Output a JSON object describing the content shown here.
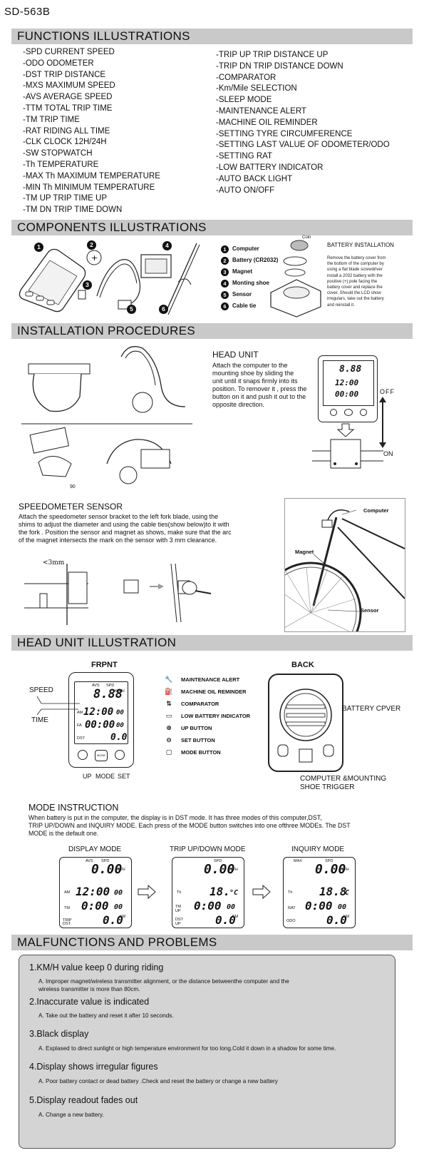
{
  "model": "SD-563B",
  "sections": {
    "functions": "FUNCTIONS ILLUSTRATIONS",
    "components": "COMPONENTS ILLUSTRATIONS",
    "installation": "INSTALLATION PROCEDURES",
    "head_unit": "HEAD UNIT ILLUSTRATION",
    "malfunctions": "MALFUNCTIONS AND PROBLEMS"
  },
  "functions_left": [
    "-SPD   CURRENT SPEED",
    "-ODO   ODOMETER",
    "-DST   TRIP DISTANCE",
    "-MXS   MAXIMUM SPEED",
    "-AVS   AVERAGE SPEED",
    "-TTM   TOTAL TRIP TIME",
    "-TM    TRIP TIME",
    "-RAT   RIDING ALL TIME",
    "-CLK   CLOCK 12H/24H",
    "-SW    STOPWATCH",
    "-Th   TEMPERATURE",
    "-MAX Th   MAXIMUM TEMPERATURE",
    "-MIN Th   MINIMUM TEMPERATURE",
    "-TM UP    TRIP TIME UP",
    "-TM DN    TRIP TIME DOWN"
  ],
  "functions_right": [
    "-TRIP UP TRIP DISTANCE UP",
    "-TRIP DN TRIP DISTANCE DOWN",
    "-COMPARATOR",
    "-Km/Mile SELECTION",
    "-SLEEP MODE",
    "-MAINTENANCE ALERT",
    "-MACHINE OIL REMINDER",
    "-SETTING TYRE CIRCUMFERENCE",
    "-SETTING LAST VALUE OF ODOMETER/ODO",
    "-SETTING   RAT",
    "-LOW BATTERY INDICATOR",
    "-AUTO BACK LIGHT",
    "-AUTO ON/OFF"
  ],
  "components": {
    "numbers": [
      "1",
      "2",
      "3",
      "4",
      "5",
      "6"
    ],
    "list": [
      {
        "n": "1",
        "label": "Computer"
      },
      {
        "n": "2",
        "label": "Battery (CR2032)"
      },
      {
        "n": "3",
        "label": "Magnet"
      },
      {
        "n": "4",
        "label": "Monting shoe"
      },
      {
        "n": "5",
        "label": "Sensor"
      },
      {
        "n": "6",
        "label": "Cable tie"
      }
    ],
    "coin": "Coin",
    "battery_title": "BATTERY INSTALLATION",
    "battery_text": [
      "Remove the battery cover from",
      "the bottom of the computer by",
      "using a flat blade screwdriver",
      "install a 2032 battery with the",
      "positive (+)  pole facing the",
      "battery cover and replace the",
      "cover. Should  the LCD show",
      "irregulars, take out the battery",
      "and reinstall it."
    ]
  },
  "installation": {
    "head_title": "HEAD UNIT",
    "head_text": [
      "Attach the computer to the",
      "mounting shoe by sliding the",
      "unit until it snaps firmly into its",
      "position. To remover it , press the",
      " button on it and push it out to the",
      "opposite direction."
    ],
    "off": "OFF",
    "on": "ON",
    "deg": "90",
    "sensor_title": "SPEEDOMETER SENSOR",
    "sensor_text": [
      "Attach the speedometer sensor bracket to the left fork blade, using the",
      "shims to adjust the diameter and using the cable ties(show below)to it with",
      "the fork . Position the sensor and magnet as shows, make sure that the arc",
      "of the magnet intersects the mark on the sensor with 3 mm clearance."
    ],
    "clearance": "<3mm",
    "bike_computer": "Computer",
    "bike_magnet": "Magnet",
    "bike_sensor": "Sensor"
  },
  "head_unit": {
    "front": "FRPNT",
    "back": "BACK",
    "speed": "SPEED",
    "time": "TIME",
    "up": "UP",
    "mode": "MODE",
    "set": "SET",
    "mode_btn": "MODE",
    "battery_cover": "BATTERY CPVER",
    "trigger": [
      "COMPUTER &MOUNTING",
      "SHOE TRIGGER"
    ],
    "legend": [
      {
        "icon": "wrench-icon",
        "glyph": "🔧",
        "label": "MAINTENANCE ALERT"
      },
      {
        "icon": "oil-can-icon",
        "glyph": "⛽",
        "label": "MACHINE OIL REMINDER"
      },
      {
        "icon": "comparator-icon",
        "glyph": "⇅",
        "label": "COMPARATOR"
      },
      {
        "icon": "battery-icon",
        "glyph": "▭",
        "label": "LOW BATTERY INDICATOR"
      },
      {
        "icon": "up-button-icon",
        "glyph": "⊕",
        "label": "UP BUTTON"
      },
      {
        "icon": "set-button-icon",
        "glyph": "⊖",
        "label": "SET BUTTON"
      },
      {
        "icon": "mode-button-icon",
        "glyph": "▢",
        "label": "MODE BUTTON"
      }
    ],
    "lcd": {
      "avs": "AVS",
      "spd": "SPD",
      "speed": "8.88",
      "kmh": "KM/H",
      "am": "AM",
      "clock": "12:00",
      "sec": "00",
      "fa": "FA",
      "timer": "00:00",
      "timer_sec": "00",
      "dst": "DST",
      "dist": "0.0"
    }
  },
  "mode_instruction": {
    "title": "MODE INSTRUCTION",
    "text": [
      "When battery is put in the computer, the display is in DST mode. It has three modes of this computer,DST,",
      "TRIP UP/DOWN and INQUIRY MODE. Each press of the MODE button switches into one ofthree MODEs. The DST",
      "MODE is the default one."
    ],
    "modes": [
      {
        "title": "DISPLAY  MODE",
        "top1": "AVS",
        "top2": "SPD",
        "speed": "0.00",
        "unit": "KM/H",
        "l2": "AM",
        "row2": "12:00",
        "row2s": "00",
        "l3": "TM",
        "row3": "0:00",
        "row3s": "00",
        "l4": "TRIP DST",
        "row4": "0.0",
        "u4": "KM"
      },
      {
        "title": "TRIP UP/DOWN MODE",
        "top1": "",
        "top2": "SPD",
        "speed": "0.00",
        "unit": "KM/H",
        "l2": "Th",
        "row2": "18.",
        "row2s": "°C",
        "l3": "TM UP",
        "row3": "0:00",
        "row3s": "00",
        "l4": "DST UP",
        "row4": "0.0",
        "u4": "KM"
      },
      {
        "title": "INQUIRY MODE",
        "top1": "MAX",
        "top2": "SPD",
        "speed": "0.00",
        "unit": "KM/H",
        "l2": "Th",
        "row2": "18.8",
        "row2s": "C",
        "l3": "RAT",
        "row3": "0:00",
        "row3s": "00",
        "l4": "ODO",
        "row4": "0.0",
        "u4": "KM"
      }
    ]
  },
  "malfunctions": [
    {
      "q": "1.KM/H value keep 0 during riding",
      "a": [
        "A. Improper magnet/wireless transmitter alignment, or the distance betweenthe computer and the",
        "wireless transmitter is more than 80cm."
      ]
    },
    {
      "q": "2.Inaccurate value is indicated",
      "a": [
        "A. Take out the battery and reset it after 10 seconds."
      ]
    },
    {
      "q": "3.Black display",
      "a": [
        "A. Explased to direct sunlight or high temperature  environment for too long.Cold it down in a shadow for some time."
      ]
    },
    {
      "q": "4.Display shows irregular figures",
      "a": [
        "A. Poor battery contact or dead battery .Check and reset the battery or change a new battery"
      ]
    },
    {
      "q": "5.Display readout fades out",
      "a": [
        "A. Change a new battery."
      ]
    }
  ]
}
